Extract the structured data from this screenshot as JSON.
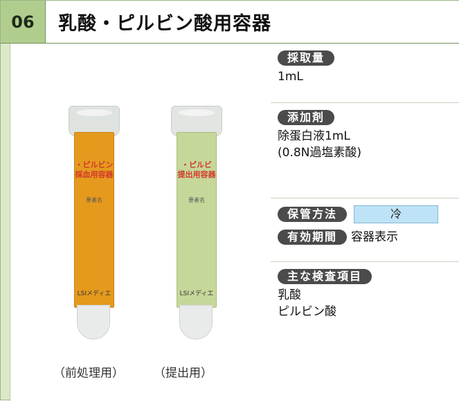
{
  "header": {
    "number": "06",
    "title": "乳酸・ピルビン酸用容器"
  },
  "photo": {
    "tube_left_label": "（前処理用）",
    "tube_right_label": "（提出用）",
    "tube_left_text": "・ピルビン\n採血用容器",
    "tube_right_text": "・ピルビ\n提出用容器",
    "tube_field": "患者名",
    "tube_brand": "LSIメディエ",
    "colors": {
      "orange": "#e59a1e",
      "green": "#c6d79a"
    }
  },
  "sections": {
    "collection": {
      "badge": "採取量",
      "value": "1mL"
    },
    "additive": {
      "badge": "添加剤",
      "value_line1": "除蛋白液1mL",
      "value_line2": "(0.8N過塩素酸)"
    },
    "storage": {
      "badge": "保管方法",
      "value": "冷",
      "expiry_badge": "有効期間",
      "expiry_value": "容器表示"
    },
    "tests": {
      "badge": "主な検査項目",
      "items": [
        "乳酸",
        "ピルビン酸"
      ]
    }
  }
}
